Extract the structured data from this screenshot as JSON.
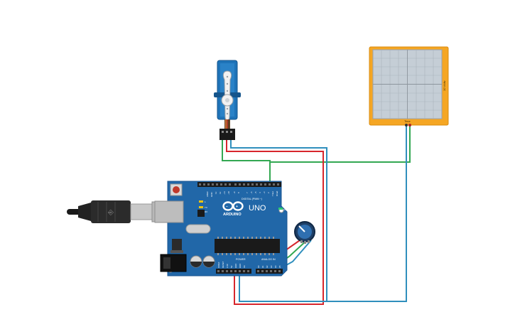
{
  "board": {
    "logo": "ARDUINO",
    "model": "UNO",
    "digital_header": "DIGITAL (PWM ~)",
    "power_header": "POWER",
    "analog_header": "ANALOG IN",
    "aref": "AREF",
    "gnd": "GND",
    "tx": "TX",
    "rx": "RX",
    "on": "ON",
    "pin_13": "13",
    "pin_12": "12",
    "pin_11": "~11",
    "pin_10": "~10",
    "pin_9": "~9",
    "pin_8": "8",
    "pin_7": "7",
    "pin_6": "~6",
    "pin_5": "~5",
    "pin_4": "4",
    "pin_3": "~3",
    "pin_2": "2",
    "pin_1": "TX▸1",
    "pin_0": "RX◂0",
    "p_ioref": "IOREF",
    "p_reset": "RESET",
    "p_3v3": "3.3V",
    "p_5v": "5V",
    "p_gnd1": "GND",
    "p_gnd2": "GND",
    "p_vin": "Vin",
    "a0": "A0",
    "a1": "A1",
    "a2": "A2",
    "a3": "A3",
    "a4": "A4",
    "a5": "A5"
  },
  "oscilloscope": {
    "side_label": "10 V/div",
    "bottom_label": "Time"
  },
  "colors": {
    "board": "#2167a8",
    "board_edge": "#1b5690",
    "oscilloscope_frame": "#f5a623",
    "screen": "#c5ced6",
    "wire_green": "#33a852",
    "wire_red": "#d7262c",
    "wire_blue": "#2f8fbd",
    "servo": "#1e73b8"
  }
}
